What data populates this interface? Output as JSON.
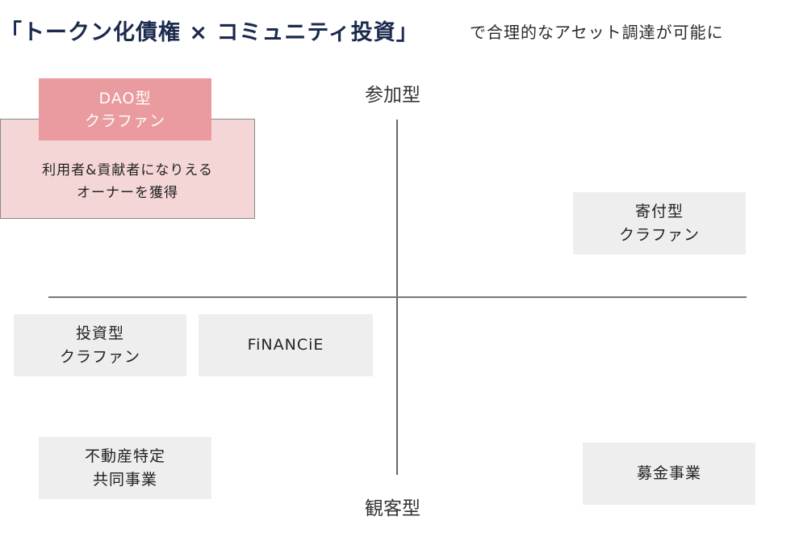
{
  "headline": {
    "strong": "「トークン化債権 × コミュニティ投資」",
    "rest": "で合理的なアセット調達が可能に"
  },
  "axes": {
    "top_label": "参加型",
    "bottom_label": "観客型"
  },
  "dao": {
    "title_line1": "DAO型",
    "title_line2": "クラファン",
    "desc_line1": "利用者&貢献者になりえる",
    "desc_line2": "オーナーを獲得"
  },
  "boxes": {
    "kifu": {
      "line1": "寄付型",
      "line2": "クラファン"
    },
    "toushi": {
      "line1": "投資型",
      "line2": "クラファン"
    },
    "financie": {
      "line1": "FiNANCiE"
    },
    "fudosan": {
      "line1": "不動産特定",
      "line2": "共同事業"
    },
    "bokin": {
      "line1": "募金事業"
    }
  },
  "colors": {
    "headline": "#1b2a4e",
    "dao_tab": "#e99b9f",
    "dao_body": "#f5d6d7",
    "box": "#eeeeee"
  }
}
